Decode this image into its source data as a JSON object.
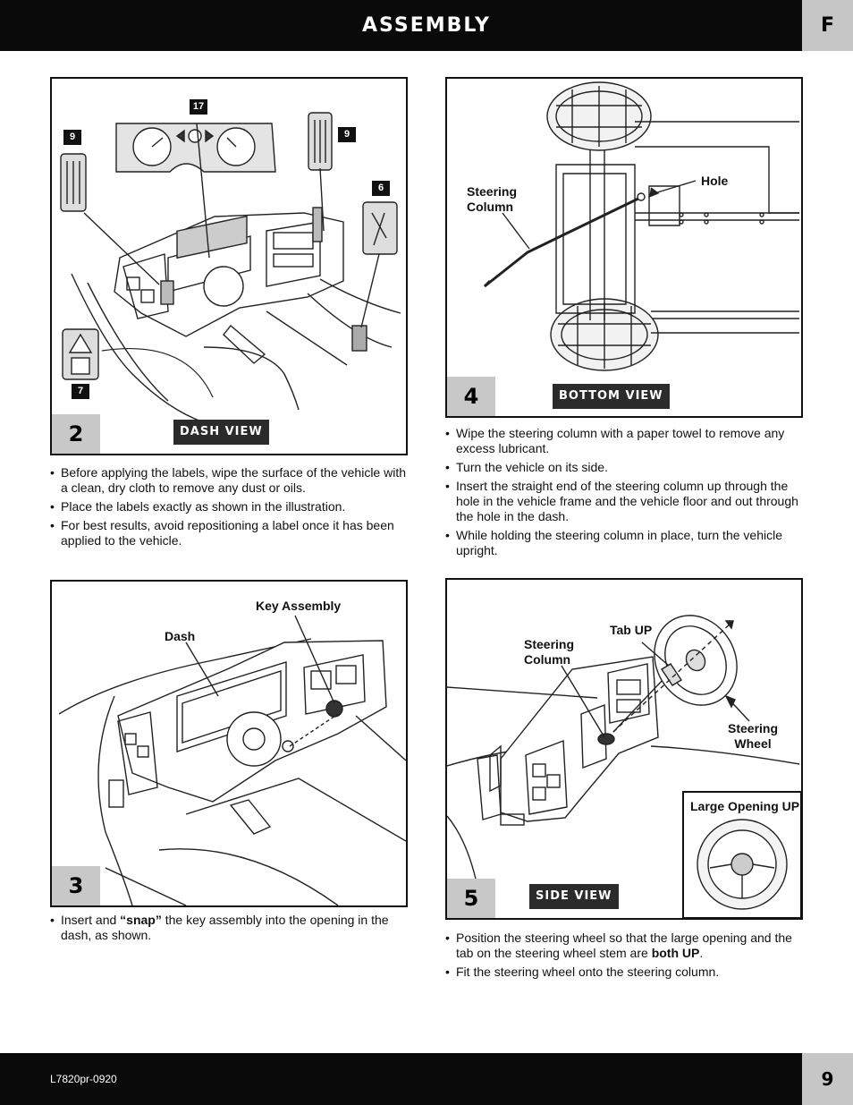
{
  "header": {
    "title": "ASSEMBLY",
    "section": "F"
  },
  "footer": {
    "code": "L7820pr-0920",
    "page": "9"
  },
  "step2": {
    "number": "2",
    "view": "DASH VIEW",
    "tags": [
      "9",
      "17",
      "9",
      "6",
      "7"
    ],
    "bullets": [
      "Before applying the labels, wipe the surface of the vehicle with a clean, dry cloth to remove any dust or oils.",
      "Place the labels exactly as shown in the illustration.",
      "For best results, avoid repositioning a label once it has been applied to the vehicle."
    ]
  },
  "step4": {
    "number": "4",
    "view": "BOTTOM VIEW",
    "callouts": {
      "steering_column": "Steering\nColumn",
      "hole": "Hole"
    },
    "bullets": [
      "Wipe the steering column with a paper towel to remove any excess lubricant.",
      "Turn the vehicle on its side.",
      "Insert the straight end of the steering column up through the hole in the vehicle frame and the vehicle floor and out through the hole in the dash.",
      "While holding the steering column in place, turn the vehicle upright."
    ]
  },
  "step3": {
    "number": "3",
    "callouts": {
      "key_assembly": "Key Assembly",
      "dash": "Dash"
    },
    "bullet": {
      "before": "Insert and ",
      "bold": "“snap”",
      "after": " the key assembly into the opening in the dash, as shown."
    }
  },
  "step5": {
    "number": "5",
    "view": "SIDE VIEW",
    "callouts": {
      "tab_up": "Tab UP",
      "steering_column": "Steering\nColumn",
      "steering_wheel": "Steering\nWheel",
      "large_opening": "Large Opening UP"
    },
    "bullet1": {
      "before": "Position the steering wheel so that the large opening and the tab on the steering wheel stem are ",
      "bold": "both UP",
      "after": "."
    },
    "bullet2": "Fit the steering wheel onto the steering column."
  }
}
